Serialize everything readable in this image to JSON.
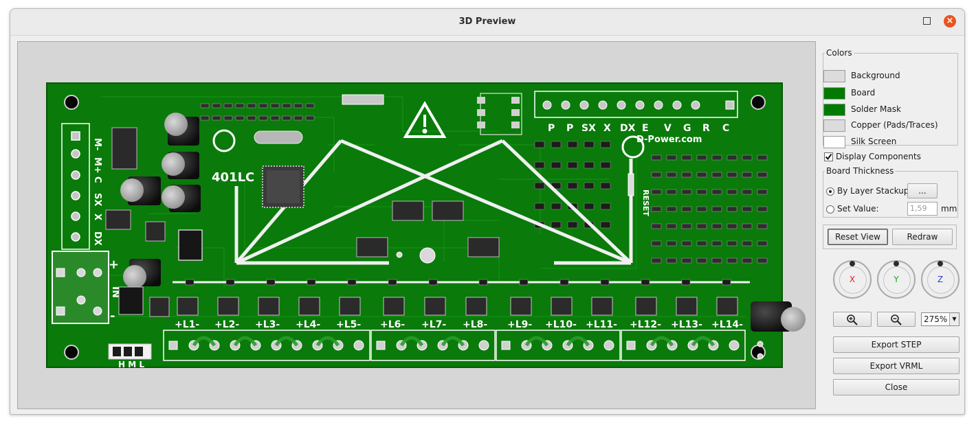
{
  "window": {
    "title": "3D Preview"
  },
  "board": {
    "model_label": "401LC",
    "website": "D-Power.com",
    "reset_label": "RESET",
    "top_header_labels": [
      "P",
      "P",
      "SX",
      "X",
      "DX",
      "E",
      "V",
      "G",
      "R",
      "C"
    ],
    "left_header_labels": [
      "M-",
      "M+",
      "C",
      "SX",
      "X",
      "DX"
    ],
    "plus_label": "+",
    "in_label": "IN",
    "minus_label": "-",
    "hml_label": "H M L",
    "outputs": [
      "+L1-",
      "+L2-",
      "+L3-",
      "+L4-",
      "+L5-",
      "+L6-",
      "+L7-",
      "+L8-",
      "+L9-",
      "+L10-",
      "+L11-",
      "+L12-",
      "+L13-",
      "+L14-"
    ]
  },
  "colors_panel": {
    "legend": "Colors",
    "items": [
      {
        "label": "Background",
        "color": "#dcdcdc"
      },
      {
        "label": "Board",
        "color": "#007a00"
      },
      {
        "label": "Solder Mask",
        "color": "#007a00"
      },
      {
        "label": "Copper (Pads/Traces)",
        "color": "#dcdcdc"
      },
      {
        "label": "Silk Screen",
        "color": "#ffffff"
      }
    ]
  },
  "display_components": {
    "label": "Display Components",
    "checked": true
  },
  "board_thickness": {
    "legend": "Board Thickness",
    "by_layer_label": "By Layer Stackup",
    "ellipsis_label": "...",
    "set_value_label": "Set Value:",
    "value": "1,59",
    "unit": "mm"
  },
  "view_buttons": {
    "reset": "Reset View",
    "redraw": "Redraw"
  },
  "axes": [
    {
      "label": "X",
      "color": "#e02020"
    },
    {
      "label": "Y",
      "color": "#1f9f1f"
    },
    {
      "label": "Z",
      "color": "#2a3fd6"
    }
  ],
  "zoom": {
    "level": "275%"
  },
  "actions": {
    "export_step": "Export STEP",
    "export_vrml": "Export VRML",
    "close": "Close"
  }
}
